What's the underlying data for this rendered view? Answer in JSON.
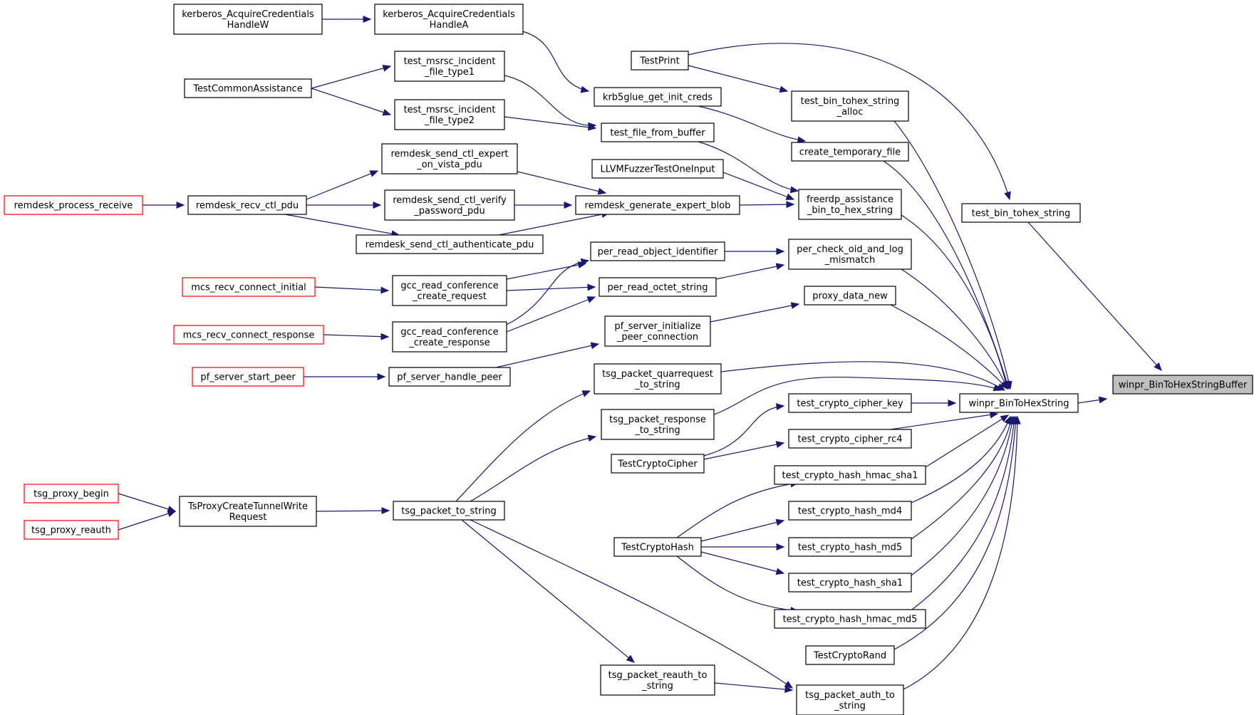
{
  "colors": {
    "edge": "#191970",
    "node_border": "#000000",
    "truncated_border": "#ff0000",
    "root_fill": "#bfbfbf",
    "node_fill": "#ffffff"
  },
  "nodes": [
    {
      "id": "root",
      "lines": [
        "winpr_BinToHexStringBuffer"
      ],
      "style": "root"
    },
    {
      "id": "bin2hex",
      "lines": [
        "winpr_BinToHexString"
      ],
      "style": "normal"
    },
    {
      "id": "test_bin_tohex_string",
      "lines": [
        "test_bin_tohex_string"
      ],
      "style": "normal"
    },
    {
      "id": "testprint",
      "lines": [
        "TestPrint"
      ],
      "style": "normal"
    },
    {
      "id": "test_bin_tohex_alloc",
      "lines": [
        "test_bin_tohex_string",
        "_alloc"
      ],
      "style": "normal"
    },
    {
      "id": "create_temporary_file",
      "lines": [
        "create_temporary_file"
      ],
      "style": "normal"
    },
    {
      "id": "freerdp_assistance",
      "lines": [
        "freerdp_assistance",
        "_bin_to_hex_string"
      ],
      "style": "normal"
    },
    {
      "id": "per_check_oid",
      "lines": [
        "per_check_oid_and_log",
        "_mismatch"
      ],
      "style": "normal"
    },
    {
      "id": "proxy_data_new",
      "lines": [
        "proxy_data_new"
      ],
      "style": "normal"
    },
    {
      "id": "tsg_quarrequest",
      "lines": [
        "tsg_packet_quarrequest",
        "_to_string"
      ],
      "style": "normal"
    },
    {
      "id": "tsg_response",
      "lines": [
        "tsg_packet_response",
        "_to_string"
      ],
      "style": "normal"
    },
    {
      "id": "test_crypto_cipher_key",
      "lines": [
        "test_crypto_cipher_key"
      ],
      "style": "normal"
    },
    {
      "id": "test_crypto_cipher_rc4",
      "lines": [
        "test_crypto_cipher_rc4"
      ],
      "style": "normal"
    },
    {
      "id": "hmac_sha1",
      "lines": [
        "test_crypto_hash_hmac_sha1"
      ],
      "style": "normal"
    },
    {
      "id": "hash_md4",
      "lines": [
        "test_crypto_hash_md4"
      ],
      "style": "normal"
    },
    {
      "id": "hash_md5",
      "lines": [
        "test_crypto_hash_md5"
      ],
      "style": "normal"
    },
    {
      "id": "hash_sha1",
      "lines": [
        "test_crypto_hash_sha1"
      ],
      "style": "normal"
    },
    {
      "id": "hmac_md5",
      "lines": [
        "test_crypto_hash_hmac_md5"
      ],
      "style": "normal"
    },
    {
      "id": "testcryptorand",
      "lines": [
        "TestCryptoRand"
      ],
      "style": "normal"
    },
    {
      "id": "tsg_auth",
      "lines": [
        "tsg_packet_auth_to",
        "_string"
      ],
      "style": "normal"
    },
    {
      "id": "krb5glue",
      "lines": [
        "krb5glue_get_init_creds"
      ],
      "style": "normal"
    },
    {
      "id": "test_file_from_buffer",
      "lines": [
        "test_file_from_buffer"
      ],
      "style": "normal"
    },
    {
      "id": "llvmfuzzer",
      "lines": [
        "LLVMFuzzerTestOneInput"
      ],
      "style": "normal"
    },
    {
      "id": "remdesk_generate",
      "lines": [
        "remdesk_generate_expert_blob"
      ],
      "style": "normal"
    },
    {
      "id": "per_read_oid",
      "lines": [
        "per_read_object_identifier"
      ],
      "style": "normal"
    },
    {
      "id": "per_read_octet",
      "lines": [
        "per_read_octet_string"
      ],
      "style": "normal"
    },
    {
      "id": "pf_server_init",
      "lines": [
        "pf_server_initialize",
        "_peer_connection"
      ],
      "style": "normal"
    },
    {
      "id": "testcryptocipher",
      "lines": [
        "TestCryptoCipher"
      ],
      "style": "normal"
    },
    {
      "id": "testcryptohash",
      "lines": [
        "TestCryptoHash"
      ],
      "style": "normal"
    },
    {
      "id": "tsg_reauth",
      "lines": [
        "tsg_packet_reauth_to",
        "_string"
      ],
      "style": "normal"
    },
    {
      "id": "kerberos_a",
      "lines": [
        "kerberos_AcquireCredentials",
        "HandleA"
      ],
      "style": "normal"
    },
    {
      "id": "kerberos_w",
      "lines": [
        "kerberos_AcquireCredentials",
        "HandleW"
      ],
      "style": "normal"
    },
    {
      "id": "msrsc1",
      "lines": [
        "test_msrsc_incident",
        "_file_type1"
      ],
      "style": "normal"
    },
    {
      "id": "msrsc2",
      "lines": [
        "test_msrsc_incident",
        "_file_type2"
      ],
      "style": "normal"
    },
    {
      "id": "testcommonassistance",
      "lines": [
        "TestCommonAssistance"
      ],
      "style": "normal"
    },
    {
      "id": "remdesk_expert_vista",
      "lines": [
        "remdesk_send_ctl_expert",
        "_on_vista_pdu"
      ],
      "style": "normal"
    },
    {
      "id": "remdesk_verify",
      "lines": [
        "remdesk_send_ctl_verify",
        "_password_pdu"
      ],
      "style": "normal"
    },
    {
      "id": "remdesk_auth",
      "lines": [
        "remdesk_send_ctl_authenticate_pdu"
      ],
      "style": "normal"
    },
    {
      "id": "remdesk_recv",
      "lines": [
        "remdesk_recv_ctl_pdu"
      ],
      "style": "normal"
    },
    {
      "id": "remdesk_process",
      "lines": [
        "remdesk_process_receive"
      ],
      "style": "truncated"
    },
    {
      "id": "gcc_request",
      "lines": [
        "gcc_read_conference",
        "_create_request"
      ],
      "style": "normal"
    },
    {
      "id": "gcc_response",
      "lines": [
        "gcc_read_conference",
        "_create_response"
      ],
      "style": "normal"
    },
    {
      "id": "mcs_initial",
      "lines": [
        "mcs_recv_connect_initial"
      ],
      "style": "truncated"
    },
    {
      "id": "mcs_response",
      "lines": [
        "mcs_recv_connect_response"
      ],
      "style": "truncated"
    },
    {
      "id": "pf_handle_peer",
      "lines": [
        "pf_server_handle_peer"
      ],
      "style": "normal"
    },
    {
      "id": "pf_start_peer",
      "lines": [
        "pf_server_start_peer"
      ],
      "style": "truncated"
    },
    {
      "id": "tsg_packet_to_string",
      "lines": [
        "tsg_packet_to_string"
      ],
      "style": "normal"
    },
    {
      "id": "tsproxy_create",
      "lines": [
        "TsProxyCreateTunnelWrite",
        "Request"
      ],
      "style": "normal"
    },
    {
      "id": "tsg_proxy_begin",
      "lines": [
        "tsg_proxy_begin"
      ],
      "style": "truncated"
    },
    {
      "id": "tsg_proxy_reauth",
      "lines": [
        "tsg_proxy_reauth"
      ],
      "style": "truncated"
    }
  ],
  "edges": [
    {
      "from": "bin2hex",
      "to": "root"
    },
    {
      "from": "test_bin_tohex_string",
      "to": "root"
    },
    {
      "from": "testprint",
      "to": "test_bin_tohex_string"
    },
    {
      "from": "testprint",
      "to": "test_bin_tohex_alloc"
    },
    {
      "from": "test_bin_tohex_alloc",
      "to": "bin2hex"
    },
    {
      "from": "create_temporary_file",
      "to": "bin2hex"
    },
    {
      "from": "freerdp_assistance",
      "to": "bin2hex"
    },
    {
      "from": "per_check_oid",
      "to": "bin2hex"
    },
    {
      "from": "proxy_data_new",
      "to": "bin2hex"
    },
    {
      "from": "tsg_quarrequest",
      "to": "bin2hex"
    },
    {
      "from": "tsg_response",
      "to": "bin2hex"
    },
    {
      "from": "test_crypto_cipher_key",
      "to": "bin2hex"
    },
    {
      "from": "test_crypto_cipher_rc4",
      "to": "bin2hex"
    },
    {
      "from": "hmac_sha1",
      "to": "bin2hex"
    },
    {
      "from": "hash_md4",
      "to": "bin2hex"
    },
    {
      "from": "hash_md5",
      "to": "bin2hex"
    },
    {
      "from": "hash_sha1",
      "to": "bin2hex"
    },
    {
      "from": "hmac_md5",
      "to": "bin2hex"
    },
    {
      "from": "testcryptorand",
      "to": "bin2hex"
    },
    {
      "from": "tsg_auth",
      "to": "bin2hex"
    },
    {
      "from": "krb5glue",
      "to": "create_temporary_file"
    },
    {
      "from": "test_file_from_buffer",
      "to": "freerdp_assistance"
    },
    {
      "from": "llvmfuzzer",
      "to": "freerdp_assistance"
    },
    {
      "from": "remdesk_generate",
      "to": "freerdp_assistance"
    },
    {
      "from": "per_read_oid",
      "to": "per_check_oid"
    },
    {
      "from": "per_read_octet",
      "to": "per_check_oid"
    },
    {
      "from": "pf_server_init",
      "to": "proxy_data_new"
    },
    {
      "from": "testcryptocipher",
      "to": "test_crypto_cipher_key"
    },
    {
      "from": "testcryptocipher",
      "to": "test_crypto_cipher_rc4"
    },
    {
      "from": "testcryptohash",
      "to": "hmac_sha1"
    },
    {
      "from": "testcryptohash",
      "to": "hash_md4"
    },
    {
      "from": "testcryptohash",
      "to": "hash_md5"
    },
    {
      "from": "testcryptohash",
      "to": "hash_sha1"
    },
    {
      "from": "testcryptohash",
      "to": "hmac_md5"
    },
    {
      "from": "tsg_reauth",
      "to": "tsg_auth"
    },
    {
      "from": "tsg_packet_to_string",
      "to": "tsg_auth"
    },
    {
      "from": "kerberos_a",
      "to": "krb5glue"
    },
    {
      "from": "kerberos_w",
      "to": "kerberos_a"
    },
    {
      "from": "msrsc1",
      "to": "test_file_from_buffer"
    },
    {
      "from": "msrsc2",
      "to": "test_file_from_buffer"
    },
    {
      "from": "testcommonassistance",
      "to": "msrsc1"
    },
    {
      "from": "testcommonassistance",
      "to": "msrsc2"
    },
    {
      "from": "remdesk_expert_vista",
      "to": "remdesk_generate"
    },
    {
      "from": "remdesk_verify",
      "to": "remdesk_generate"
    },
    {
      "from": "remdesk_auth",
      "to": "remdesk_generate"
    },
    {
      "from": "remdesk_recv",
      "to": "remdesk_expert_vista"
    },
    {
      "from": "remdesk_recv",
      "to": "remdesk_verify"
    },
    {
      "from": "remdesk_recv",
      "to": "remdesk_auth"
    },
    {
      "from": "remdesk_process",
      "to": "remdesk_recv"
    },
    {
      "from": "gcc_request",
      "to": "per_read_oid"
    },
    {
      "from": "gcc_request",
      "to": "per_read_octet"
    },
    {
      "from": "gcc_response",
      "to": "per_read_oid"
    },
    {
      "from": "gcc_response",
      "to": "per_read_octet"
    },
    {
      "from": "mcs_initial",
      "to": "gcc_request"
    },
    {
      "from": "mcs_response",
      "to": "gcc_response"
    },
    {
      "from": "pf_handle_peer",
      "to": "pf_server_init"
    },
    {
      "from": "pf_start_peer",
      "to": "pf_handle_peer"
    },
    {
      "from": "tsg_packet_to_string",
      "to": "tsg_quarrequest"
    },
    {
      "from": "tsg_packet_to_string",
      "to": "tsg_response"
    },
    {
      "from": "tsg_packet_to_string",
      "to": "tsg_reauth"
    },
    {
      "from": "tsproxy_create",
      "to": "tsg_packet_to_string"
    },
    {
      "from": "tsg_proxy_begin",
      "to": "tsproxy_create"
    },
    {
      "from": "tsg_proxy_reauth",
      "to": "tsproxy_create"
    }
  ]
}
